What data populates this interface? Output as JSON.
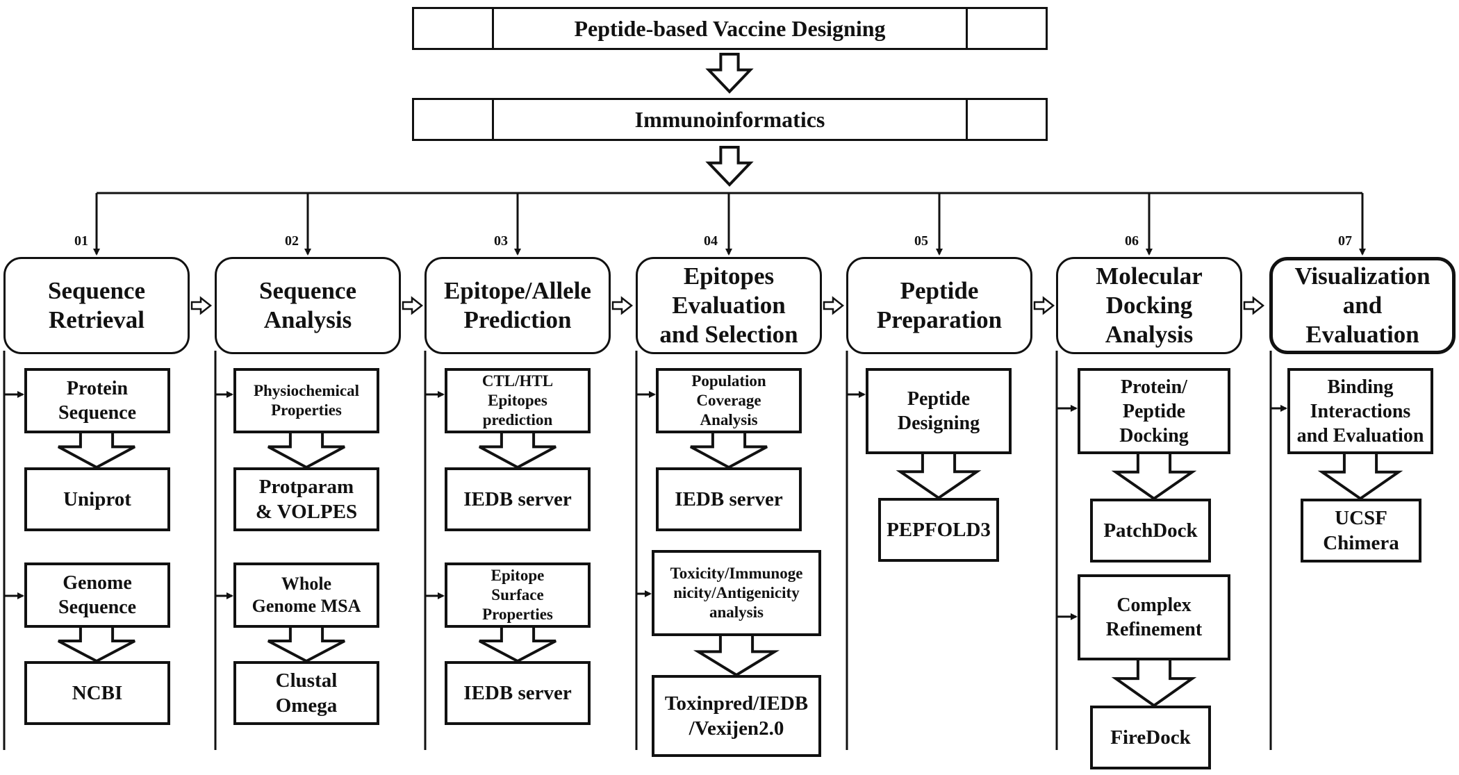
{
  "title": "Peptide-based Vaccine Designing",
  "subtitle": "Immunoinformatics",
  "columns": [
    {
      "num": "01",
      "heading": "Sequence\nRetrieval",
      "items": [
        {
          "task": "Protein\nSequence",
          "tool": "Uniprot"
        },
        {
          "task": "Genome\nSequence",
          "tool": "NCBI"
        }
      ]
    },
    {
      "num": "02",
      "heading": "Sequence\nAnalysis",
      "items": [
        {
          "task": "Physiochemical\nProperties",
          "tool": "Protparam\n& VOLPES"
        },
        {
          "task": "Whole\nGenome MSA",
          "tool": "Clustal\nOmega"
        }
      ]
    },
    {
      "num": "03",
      "heading": "Epitope/Allele\nPrediction",
      "items": [
        {
          "task": "CTL/HTL\nEpitopes\nprediction",
          "tool": "IEDB server"
        },
        {
          "task": "Epitope\nSurface\nProperties",
          "tool": "IEDB server"
        }
      ]
    },
    {
      "num": "04",
      "heading": "Epitopes\nEvaluation\nand Selection",
      "items": [
        {
          "task": "Population\nCoverage\nAnalysis",
          "tool": "IEDB server"
        },
        {
          "task": "Toxicity/Immunoge\nnicity/Antigenicity\nanalysis",
          "tool": "Toxinpred/IEDB\n/Vexijen2.0"
        }
      ]
    },
    {
      "num": "05",
      "heading": "Peptide\nPreparation",
      "items": [
        {
          "task": "Peptide\nDesigning",
          "tool": "PEPFOLD3"
        }
      ]
    },
    {
      "num": "06",
      "heading": "Molecular\nDocking\nAnalysis",
      "items": [
        {
          "task": "Protein/\nPeptide\nDocking",
          "tool": "PatchDock"
        },
        {
          "task": "Complex\nRefinement",
          "tool": "FireDock"
        }
      ]
    },
    {
      "num": "07",
      "heading": "Visualization\nand\nEvaluation",
      "items": [
        {
          "task": "Binding\nInteractions\nand Evaluation",
          "tool": "UCSF\nChimera"
        }
      ]
    }
  ]
}
